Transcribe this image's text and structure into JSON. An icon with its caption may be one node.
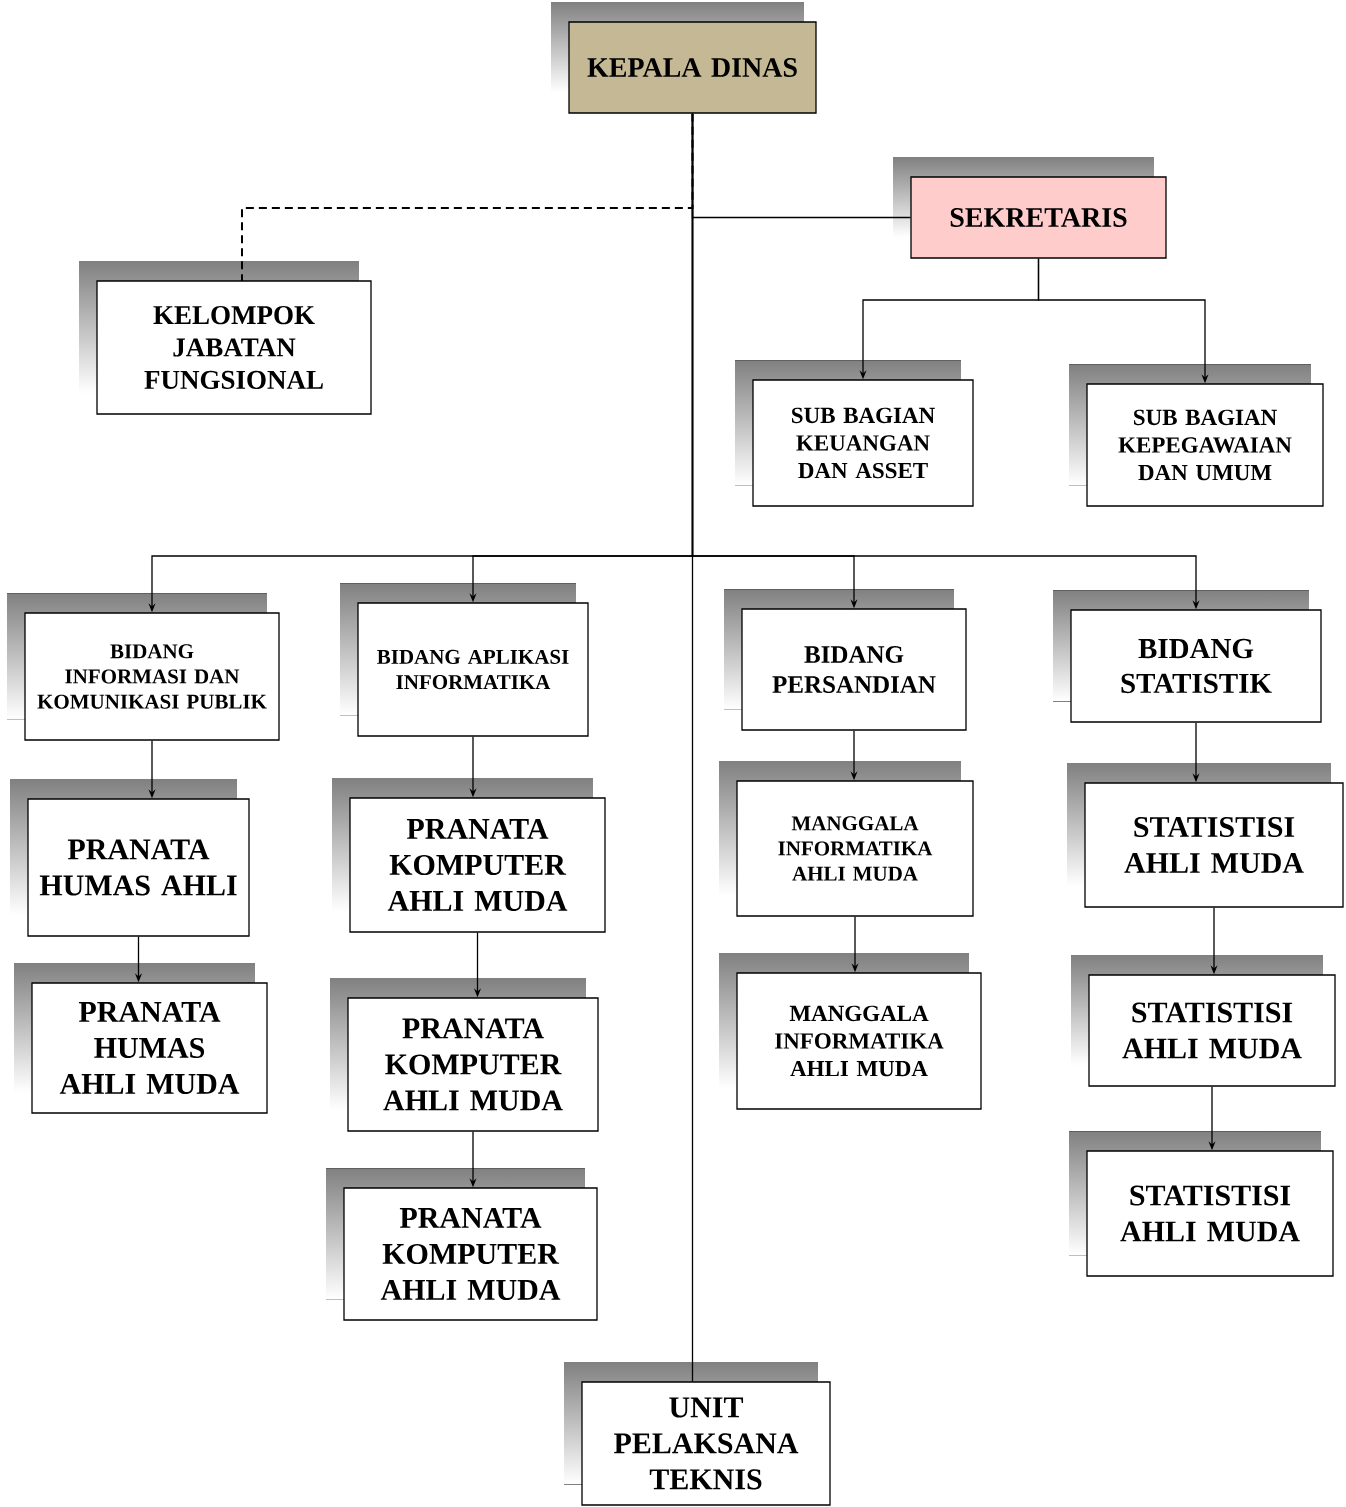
{
  "diagram": {
    "nodes": [
      {
        "text": [
          "KEPALA DINAS"
        ]
      },
      {
        "text": [
          "SEKRETARIS"
        ]
      },
      {
        "text": [
          "KELOMPOK JABATAN FUNGSIONAL"
        ]
      },
      {
        "text": [
          "SUB BAGIAN KEUANGAN DAN ASSET"
        ]
      },
      {
        "text": [
          "SUB BAGIAN KEPEGAWAIAN DAN UMUM"
        ]
      },
      {
        "text": [
          "BIDANG INFORMASI DAN KOMUNIKASI PUBLIK"
        ]
      },
      {
        "text": [
          "BIDANG APLIKASI INFORMATIKA"
        ]
      },
      {
        "text": [
          "BIDANG PERSANDIAN"
        ]
      },
      {
        "text": [
          "BIDANG STATISTIK"
        ]
      },
      {
        "text": [
          "PRANATA HUMAS AHLI"
        ]
      },
      {
        "text": [
          "PRANATA HUMAS AHLI MUDA"
        ]
      },
      {
        "text": [
          "PRANATA KOMPUTER AHLI MUDA"
        ]
      },
      {
        "text": [
          "PRANATA KOMPUTER AHLI MUDA"
        ]
      },
      {
        "text": [
          "PRANATA KOMPUTER AHLI MUDA"
        ]
      },
      {
        "text": [
          "MANGGALA INFORMATIKA AHLI MUDA"
        ]
      },
      {
        "text": [
          "MANGGALA INFORMATIKA AHLI MUDA"
        ]
      },
      {
        "text": [
          "STATISTISI AHLI MUDA"
        ]
      },
      {
        "text": [
          "STATISTISI AHLI MUDA"
        ]
      },
      {
        "text": [
          "STATISTISI AHLI MUDA"
        ]
      },
      {
        "text": [
          "UNIT PELAKSANA TEKNIS"
        ]
      }
    ],
    "edges": [
      {
        "from": 0,
        "to": 1,
        "arrow": "none"
      },
      {
        "from": 0,
        "to": 2,
        "arrow": "none",
        "style": "dashed"
      },
      {
        "from": 1,
        "to": 3,
        "arrow": "to"
      },
      {
        "from": 1,
        "to": 4,
        "arrow": "to"
      },
      {
        "from": 0,
        "to": 5,
        "arrow": "to"
      },
      {
        "from": 0,
        "to": 6,
        "arrow": "to"
      },
      {
        "from": 0,
        "to": 7,
        "arrow": "to"
      },
      {
        "from": 0,
        "to": 8,
        "arrow": "to"
      },
      {
        "from": 5,
        "to": 9,
        "arrow": "to"
      },
      {
        "from": 9,
        "to": 10,
        "arrow": "to"
      },
      {
        "from": 6,
        "to": 11,
        "arrow": "to"
      },
      {
        "from": 11,
        "to": 12,
        "arrow": "to"
      },
      {
        "from": 12,
        "to": 13,
        "arrow": "to"
      },
      {
        "from": 7,
        "to": 14,
        "arrow": "to"
      },
      {
        "from": 14,
        "to": 15,
        "arrow": "to"
      },
      {
        "from": 8,
        "to": 16,
        "arrow": "to"
      },
      {
        "from": 16,
        "to": 17,
        "arrow": "to"
      },
      {
        "from": 17,
        "to": 18,
        "arrow": "to"
      },
      {
        "from": 0,
        "to": 19,
        "arrow": "none"
      }
    ]
  }
}
